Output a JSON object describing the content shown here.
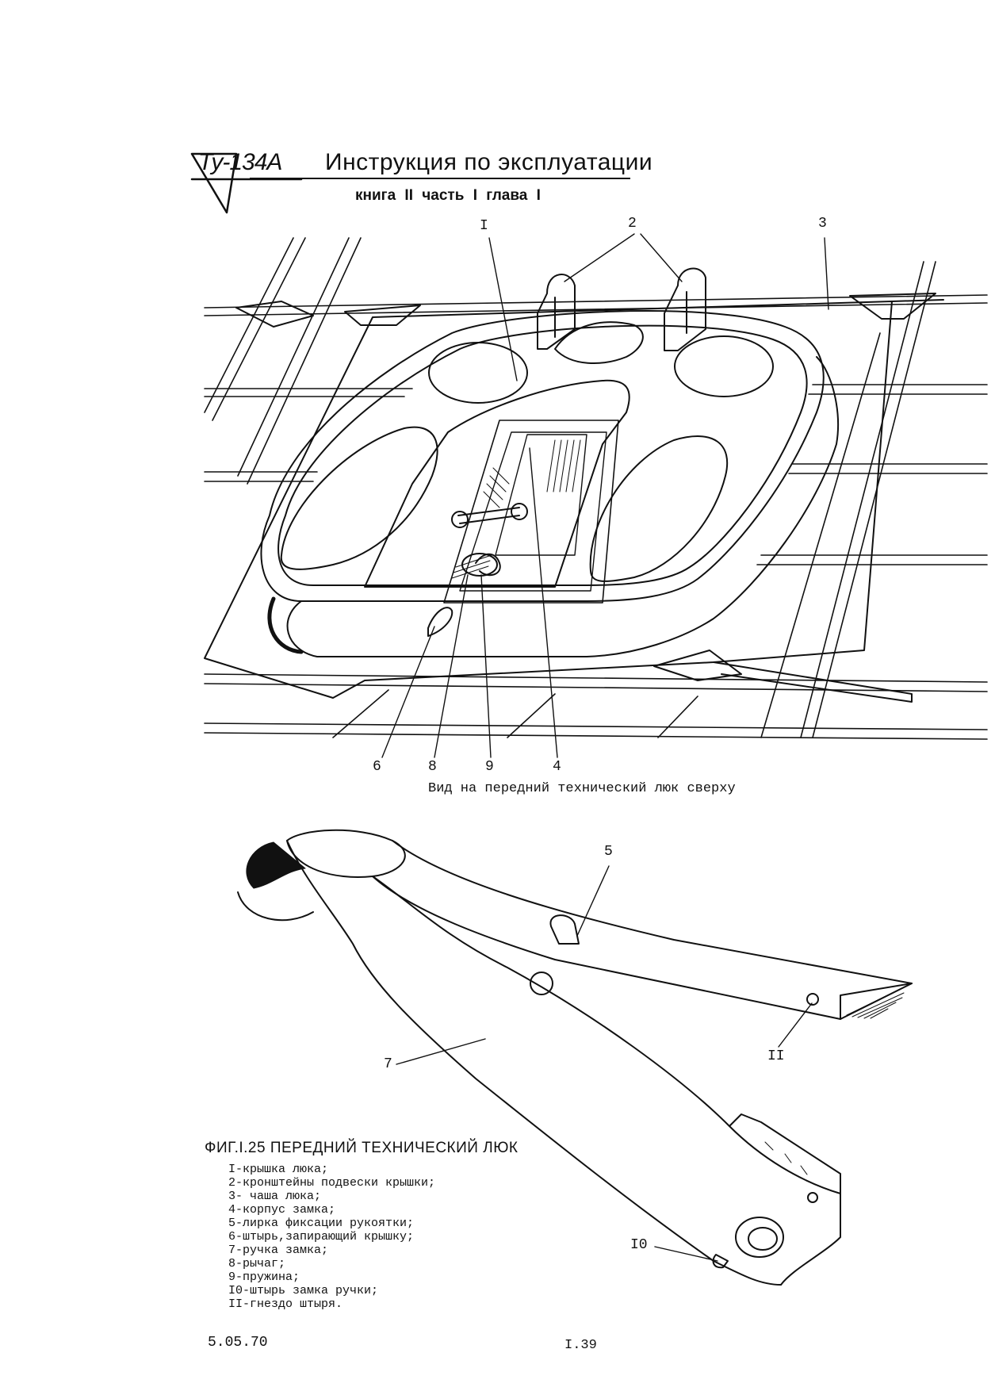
{
  "header": {
    "logo_text": "Ту-134А",
    "title": "Инструкция по эксплуатации",
    "subtitle": "книга II часть I глава I"
  },
  "callouts_top": {
    "c1": "I",
    "c2": "2",
    "c3": "3",
    "c4": "4",
    "c6": "6",
    "c8": "8",
    "c9": "9"
  },
  "view_caption": "Вид на передний технический люк сверху",
  "callouts_bottom": {
    "c5": "5",
    "c7": "7",
    "c10": "I0",
    "c11": "II"
  },
  "figure_title": "ФИГ.I.25 ПЕРЕДНИЙ ТЕХНИЧЕСКИЙ ЛЮК",
  "legend": [
    "I-крышка люка;",
    "2-кронштейны подвески крышки;",
    "3- чаша люка;",
    "4-корпус замка;",
    "5-лирка фиксации рукоятки;",
    "6-штырь,запирающий крышку;",
    "7-ручка замка;",
    "8-рычаг;",
    "9-пружина;",
    "I0-штырь замка ручки;",
    "II-гнездо штыря."
  ],
  "footer": {
    "date": "5.05.70",
    "page": "I.39"
  }
}
